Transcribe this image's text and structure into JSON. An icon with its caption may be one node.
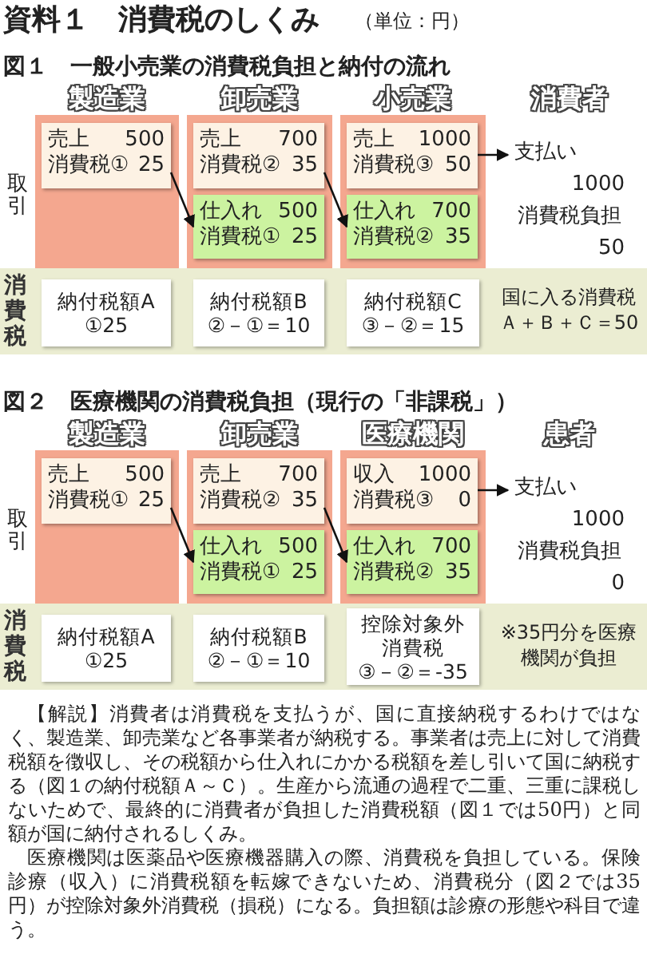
{
  "diagram": {
    "title": "資料１　消費税のしくみ",
    "nodes": [
      {
        "text": [
          "製造業"
        ]
      },
      {
        "text": [
          "売上 500",
          "消費税① 25"
        ],
        "in": 0
      },
      {
        "text": [
          "卸売業"
        ]
      },
      {
        "text": [
          "売上 700",
          "消費税② 35"
        ],
        "in": 2
      },
      {
        "text": [
          "仕入れ 500",
          "消費税① 25"
        ],
        "in": 2
      },
      {
        "text": [
          "小売業"
        ]
      },
      {
        "text": [
          "売上 1000",
          "消費税③ 50"
        ],
        "in": 5
      },
      {
        "text": [
          "仕入れ 700",
          "消費税② 35"
        ],
        "in": 5
      },
      {
        "text": [
          "消費者",
          "支払い",
          "1000",
          "消費税負担",
          "50"
        ]
      },
      {
        "text": [
          "消費税",
          "国に入る消費税Ａ＋Ｂ＋Ｃ＝50"
        ]
      },
      {
        "text": [
          "納付税額A",
          "①25"
        ],
        "in": 9
      },
      {
        "text": [
          "納付税額B",
          "②－①＝10"
        ],
        "in": 9
      },
      {
        "text": [
          "納付税額C",
          "③－②＝15"
        ],
        "in": 9
      },
      {
        "text": [
          "製造業"
        ]
      },
      {
        "text": [
          "売上 500",
          "消費税① 25"
        ],
        "in": 13
      },
      {
        "text": [
          "卸売業"
        ]
      },
      {
        "text": [
          "売上 700",
          "消費税② 35"
        ],
        "in": 15
      },
      {
        "text": [
          "仕入れ 500",
          "消費税① 25"
        ],
        "in": 15
      },
      {
        "text": [
          "医療機関"
        ]
      },
      {
        "text": [
          "収入 1000",
          "消費税③ 0"
        ],
        "in": 18
      },
      {
        "text": [
          "仕入れ 700",
          "消費税② 35"
        ],
        "in": 18
      },
      {
        "text": [
          "患者",
          "支払い",
          "1000",
          "消費税負担",
          "0"
        ]
      },
      {
        "text": [
          "消費税",
          "※35円分を医療機関が負担"
        ]
      },
      {
        "text": [
          "納付税額A",
          "①25"
        ],
        "in": 22
      },
      {
        "text": [
          "納付税額B",
          "②－①＝10"
        ],
        "in": 22
      },
      {
        "text": [
          "控除対象外消費税",
          "③－②＝-35"
        ],
        "in": 22
      }
    ],
    "edges": [
      {
        "from": 1,
        "to": 4,
        "arrow": "to"
      },
      {
        "from": 3,
        "to": 7,
        "arrow": "to"
      },
      {
        "from": 6,
        "to": 8,
        "arrow": "to"
      },
      {
        "from": 14,
        "to": 17,
        "arrow": "to"
      },
      {
        "from": 16,
        "to": 20,
        "arrow": "to"
      },
      {
        "from": 19,
        "to": 21,
        "arrow": "to"
      }
    ],
    "labels": [
      "（単位：円）",
      "図１　一般小売業の消費税負担と納付の流れ",
      "取引",
      "図２　医療機関の消費税負担（現行の「非課税」）",
      "取引",
      "【解説】消費者は消費税を支払うが、国に直接納税するわけではなく、製造業、卸売業など各事業者が納税する。事業者は売上に対して消費税額を徴収し、その税額から仕入れにかかる税額を差し引いて国に納税する（図１の納付税額Ａ～Ｃ）。生産から流通の過程で二重、三重に課税しないためで、最終的に消費者が負担した消費税額（図１では50円）と同額が国に納付されるしくみ。",
      "医療機関は医薬品や医療機器購入の際、消費税を負担している。保険診療（収入）に消費税額を転嫁できないため、消費税分（図２では35円）が控除対象外消費税（損税）になる。負担額は診療の形態や科目で違う。"
    ]
  }
}
